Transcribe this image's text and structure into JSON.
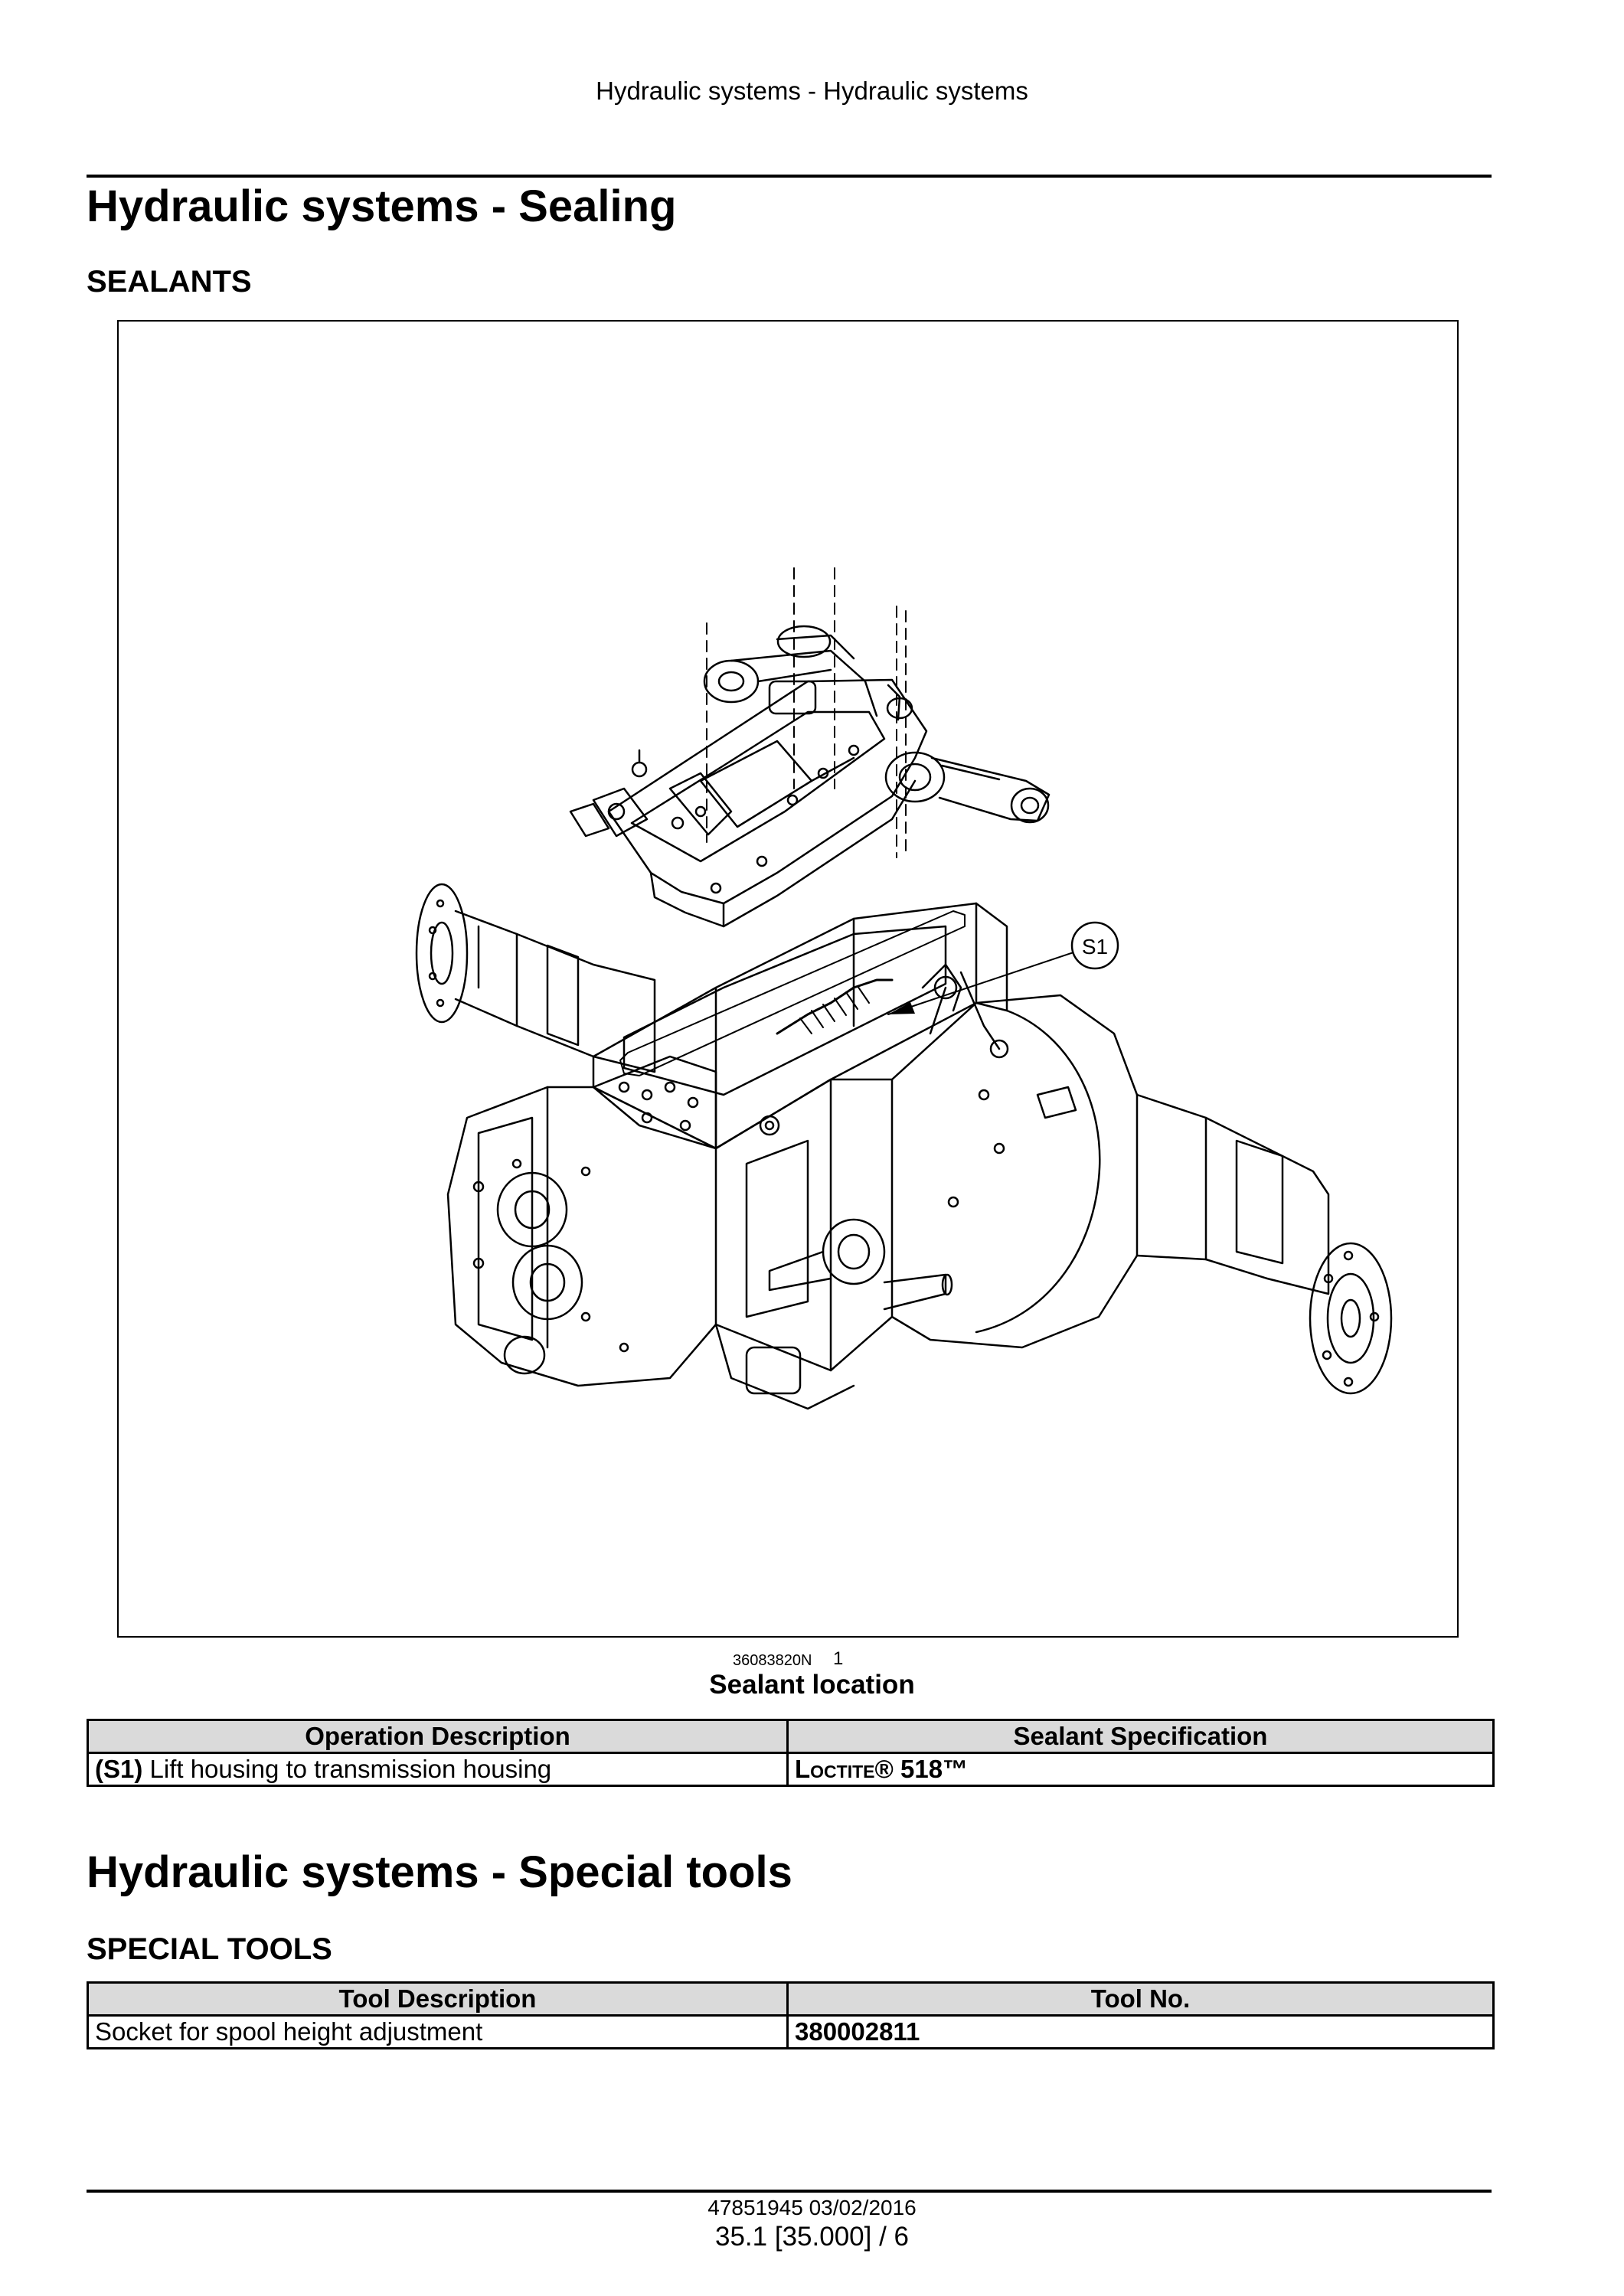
{
  "header": {
    "running_title": "Hydraulic systems - Hydraulic systems"
  },
  "sealing": {
    "title": "Hydraulic systems - Sealing",
    "subtitle": "SEALANTS",
    "figure": {
      "callout": "S1",
      "ref_code": "36083820N",
      "number": "1",
      "caption": "Sealant location"
    },
    "table": {
      "headers": [
        "Operation Description",
        "Sealant Specification"
      ],
      "rows": [
        {
          "code": "(S1)",
          "description": "Lift housing to transmission housing",
          "spec_brand": "Loctite®",
          "spec_product": "518™"
        }
      ]
    }
  },
  "tools": {
    "title": "Hydraulic systems - Special tools",
    "subtitle": "SPECIAL TOOLS",
    "table": {
      "headers": [
        "Tool Description",
        "Tool No."
      ],
      "rows": [
        {
          "description": "Socket for spool height adjustment",
          "number": "380002811"
        }
      ]
    }
  },
  "footer": {
    "doc_id": "47851945 03/02/2016",
    "page": "35.1 [35.000] / 6"
  }
}
